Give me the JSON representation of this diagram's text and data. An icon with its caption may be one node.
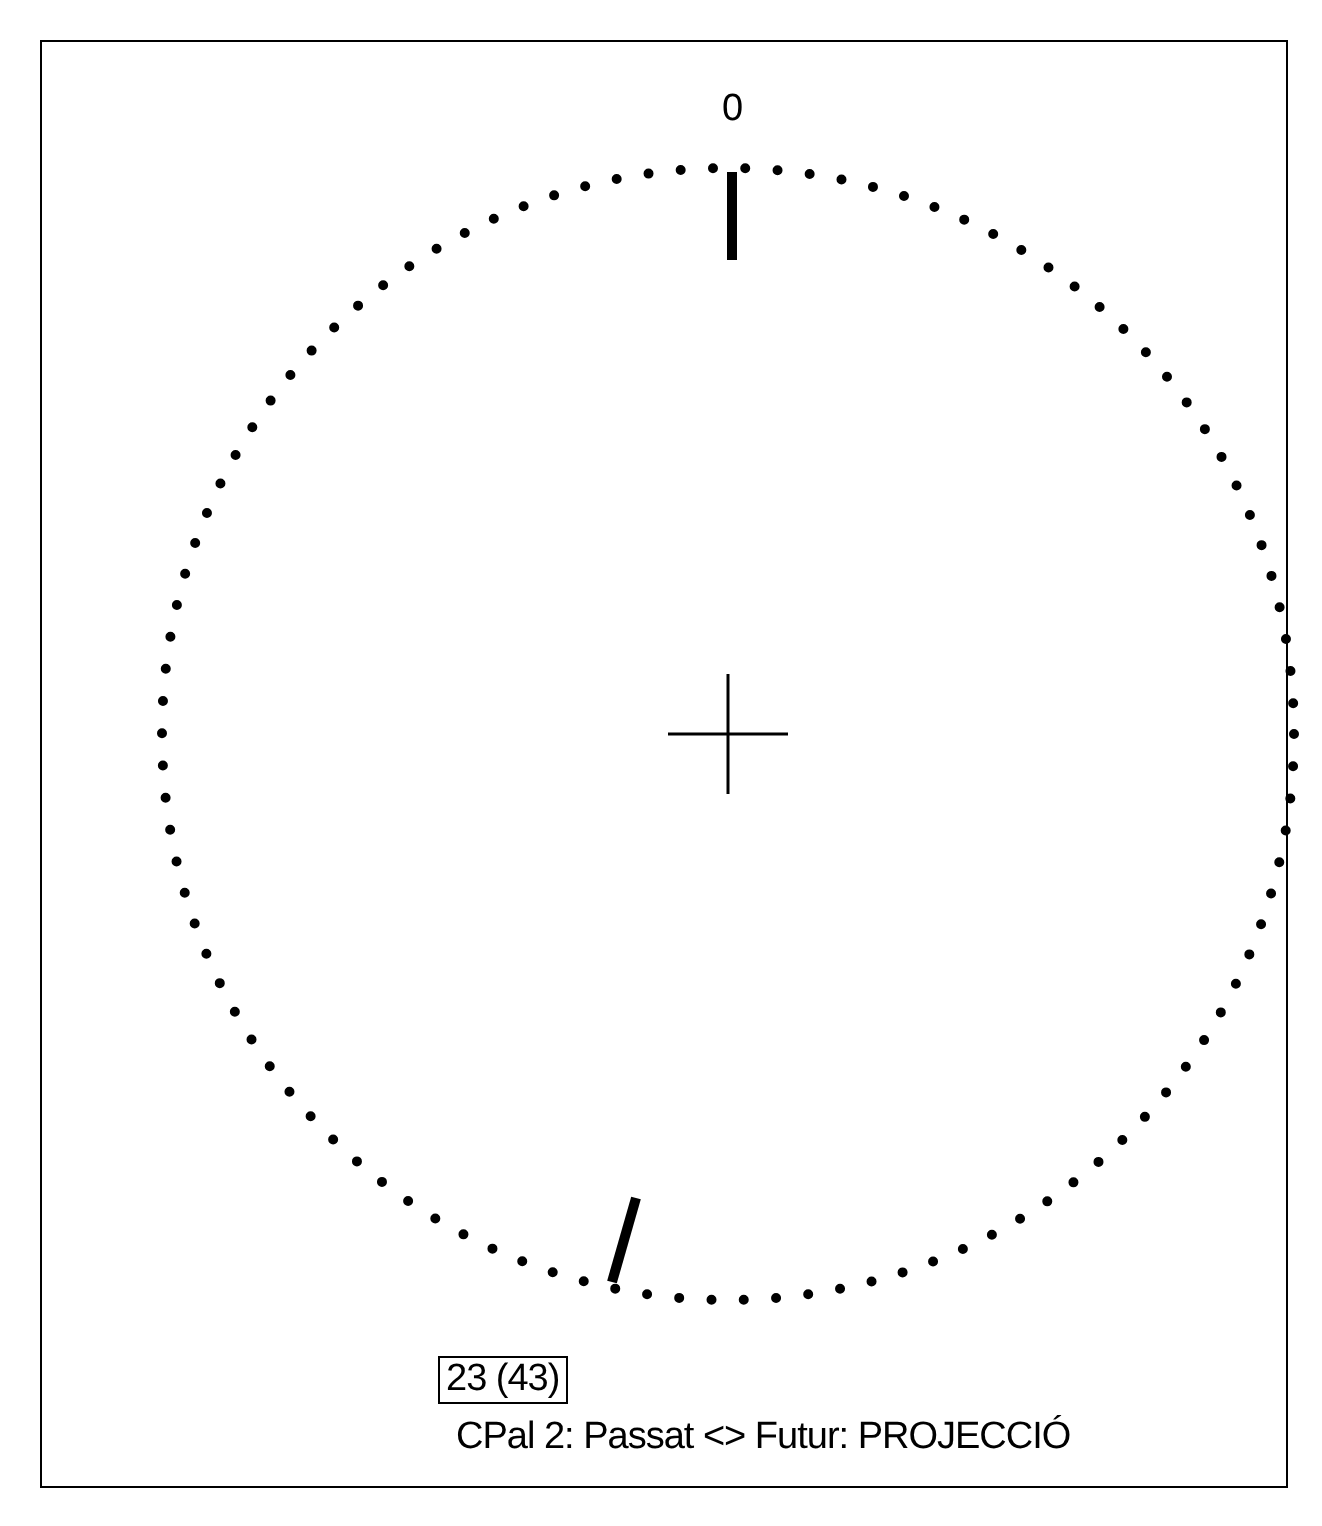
{
  "diagram": {
    "nodes": [
      {
        "text": [
          "23 (43)"
        ]
      }
    ],
    "labels": [
      "0",
      "CPal 2: Passat <> Futur: PROJECCIÓ"
    ]
  }
}
